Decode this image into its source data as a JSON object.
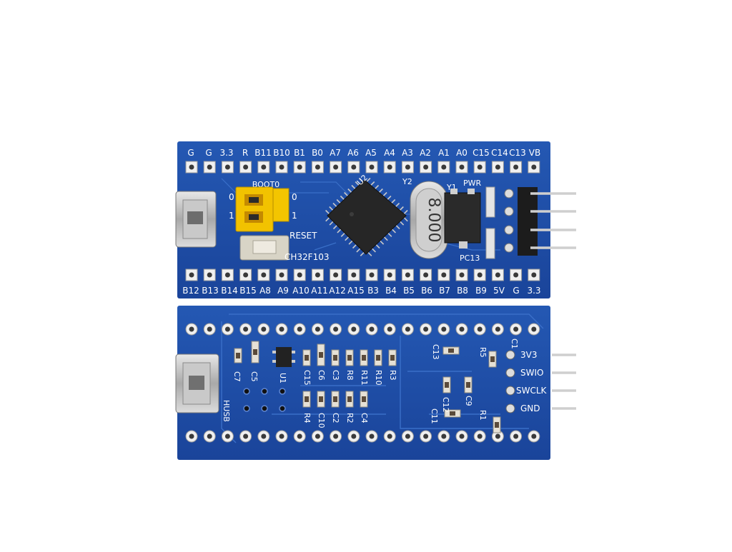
{
  "top_board": {
    "top_header_labels": [
      "G",
      "G",
      "3.3",
      "R",
      "B11",
      "B10",
      "B1",
      "B0",
      "A7",
      "A6",
      "A5",
      "A4",
      "A3",
      "A2",
      "A1",
      "A0",
      "C15",
      "C14",
      "C13",
      "VB"
    ],
    "bottom_header_labels": [
      "B12",
      "B13",
      "B14",
      "B15",
      "A8",
      "A9",
      "A10",
      "A11",
      "A12",
      "A15",
      "B3",
      "B4",
      "B5",
      "B6",
      "B7",
      "B8",
      "B9",
      "5V",
      "G",
      "3.3"
    ],
    "boot_label": "BOOT0",
    "boot_row_0": "0",
    "boot_row_1": "1",
    "boot_row_0_right": "0",
    "boot_row_1_right": "1",
    "reset_label": "RESET",
    "chip_label": "CH32F103",
    "crystal_value": "8.000",
    "y2_label": "Y2",
    "y1_label": "Y1",
    "u2_label": "U2",
    "pwr_label": "PWR",
    "pc13_label": "PC13"
  },
  "bottom_board": {
    "debug_labels": [
      "3V3",
      "SWIO",
      "SWCLK",
      "GND"
    ],
    "usb_label": "HUSB",
    "component_labels": [
      "C7",
      "C5",
      "U1",
      "C15",
      "C6",
      "C3",
      "R8",
      "R11",
      "R10",
      "R3",
      "R4",
      "C10",
      "C2",
      "R2",
      "C4",
      "C13",
      "R5",
      "C1",
      "C9",
      "R1",
      "C12",
      "C11"
    ]
  },
  "colors": {
    "pcb": "#1f4fa6",
    "silkscreen": "#ffffff",
    "jumper": "#f2c200",
    "pin": "#b8b8b8"
  }
}
